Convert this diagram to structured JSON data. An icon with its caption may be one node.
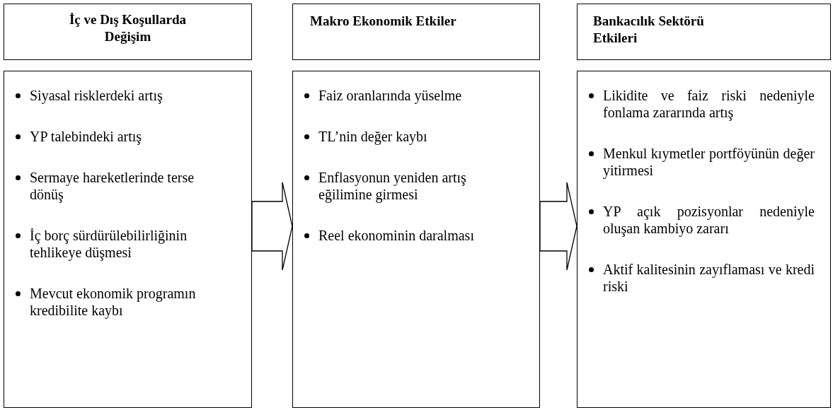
{
  "diagram": {
    "nodes": [
      {
        "text": [
          "İç ve Dış Koşullarda Değişim"
        ]
      },
      {
        "text": [
          "Makro Ekonomik Etkiler"
        ]
      },
      {
        "text": [
          "Bankacılık Sektörü Etkileri"
        ]
      },
      {
        "text": [
          "Siyasal risklerdeki artış",
          "YP talebindeki artış",
          "Sermaye hareketlerinde terse dönüş",
          "İç borç sürdürülebilirliğinin tehlikeye düşmesi",
          "Mevcut ekonomik programın kredibilite kaybı"
        ]
      },
      {
        "text": [
          "Faiz oranlarında yüselme",
          "TL’nin değer kaybı",
          "Enflasyonun yeniden artış eğilimine girmesi",
          "Reel ekonominin daralması"
        ]
      },
      {
        "text": [
          "Likidite ve faiz riski nedeniyle fonlama zararında artış",
          "Menkul kıymetler portföyünün değer yitirmesi",
          "YP açık pozisyonlar nedeniyle oluşan kambiyo zararı",
          "Aktif kalitesinin zayıflaması ve kredi riski"
        ]
      }
    ],
    "edges": [
      {
        "from": 3,
        "to": 4,
        "arrow": "to"
      },
      {
        "from": 4,
        "to": 5,
        "arrow": "to"
      }
    ]
  }
}
